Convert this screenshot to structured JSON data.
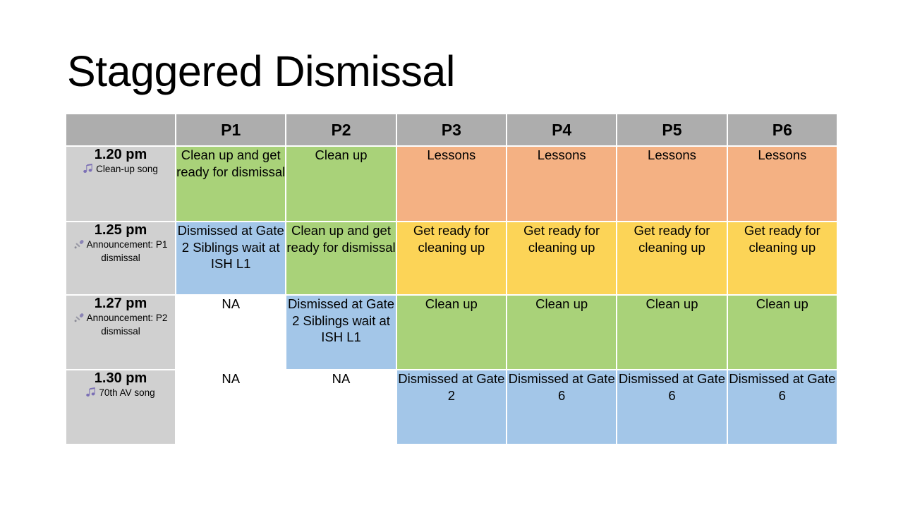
{
  "slide": {
    "title": "Staggered Dismissal"
  },
  "table": {
    "corner_header": "",
    "column_headers": [
      "P1",
      "P2",
      "P3",
      "P4",
      "P5",
      "P6"
    ],
    "rows": [
      {
        "time": "1.20 pm",
        "note": "Clean-up song",
        "icon": "music-note-icon",
        "cells": [
          {
            "text": "Clean up and get ready for dismissal",
            "fill": "green"
          },
          {
            "text": "Clean up",
            "fill": "green"
          },
          {
            "text": "Lessons",
            "fill": "orange"
          },
          {
            "text": "Lessons",
            "fill": "orange"
          },
          {
            "text": "Lessons",
            "fill": "orange"
          },
          {
            "text": "Lessons",
            "fill": "orange"
          }
        ]
      },
      {
        "time": "1.25 pm",
        "note": "Announcement: P1 dismissal",
        "icon": "microphone-icon",
        "cells": [
          {
            "text": "Dismissed at Gate 2 Siblings wait at ISH L1",
            "fill": "blue"
          },
          {
            "text": "Clean up and get ready for dismissal",
            "fill": "green"
          },
          {
            "text": "Get ready for cleaning up",
            "fill": "yellow"
          },
          {
            "text": "Get ready for cleaning up",
            "fill": "yellow"
          },
          {
            "text": "Get ready for cleaning up",
            "fill": "yellow"
          },
          {
            "text": "Get ready for cleaning up",
            "fill": "yellow"
          }
        ]
      },
      {
        "time": "1.27 pm",
        "note": "Announcement: P2 dismissal",
        "icon": "microphone-icon",
        "cells": [
          {
            "text": "NA",
            "fill": "none"
          },
          {
            "text": "Dismissed at Gate 2 Siblings wait at ISH L1",
            "fill": "blue"
          },
          {
            "text": "Clean up",
            "fill": "green"
          },
          {
            "text": "Clean up",
            "fill": "green"
          },
          {
            "text": "Clean up",
            "fill": "green"
          },
          {
            "text": "Clean up",
            "fill": "green"
          }
        ]
      },
      {
        "time": "1.30 pm",
        "note": "70th AV song",
        "icon": "music-note-icon",
        "cells": [
          {
            "text": "NA",
            "fill": "none"
          },
          {
            "text": "NA",
            "fill": "none"
          },
          {
            "text": "Dismissed at Gate 2",
            "fill": "blue"
          },
          {
            "text": "Dismissed at Gate 6",
            "fill": "blue"
          },
          {
            "text": "Dismissed at Gate 6",
            "fill": "blue"
          },
          {
            "text": "Dismissed at Gate 6",
            "fill": "blue"
          }
        ]
      }
    ]
  },
  "colors": {
    "green": "#a9d279",
    "orange": "#f4b183",
    "yellow": "#fcd457",
    "blue": "#a3c6e8",
    "header_gray": "#adadad",
    "time_gray": "#d0d0d0",
    "icon_purple": "#7b6fb5"
  }
}
